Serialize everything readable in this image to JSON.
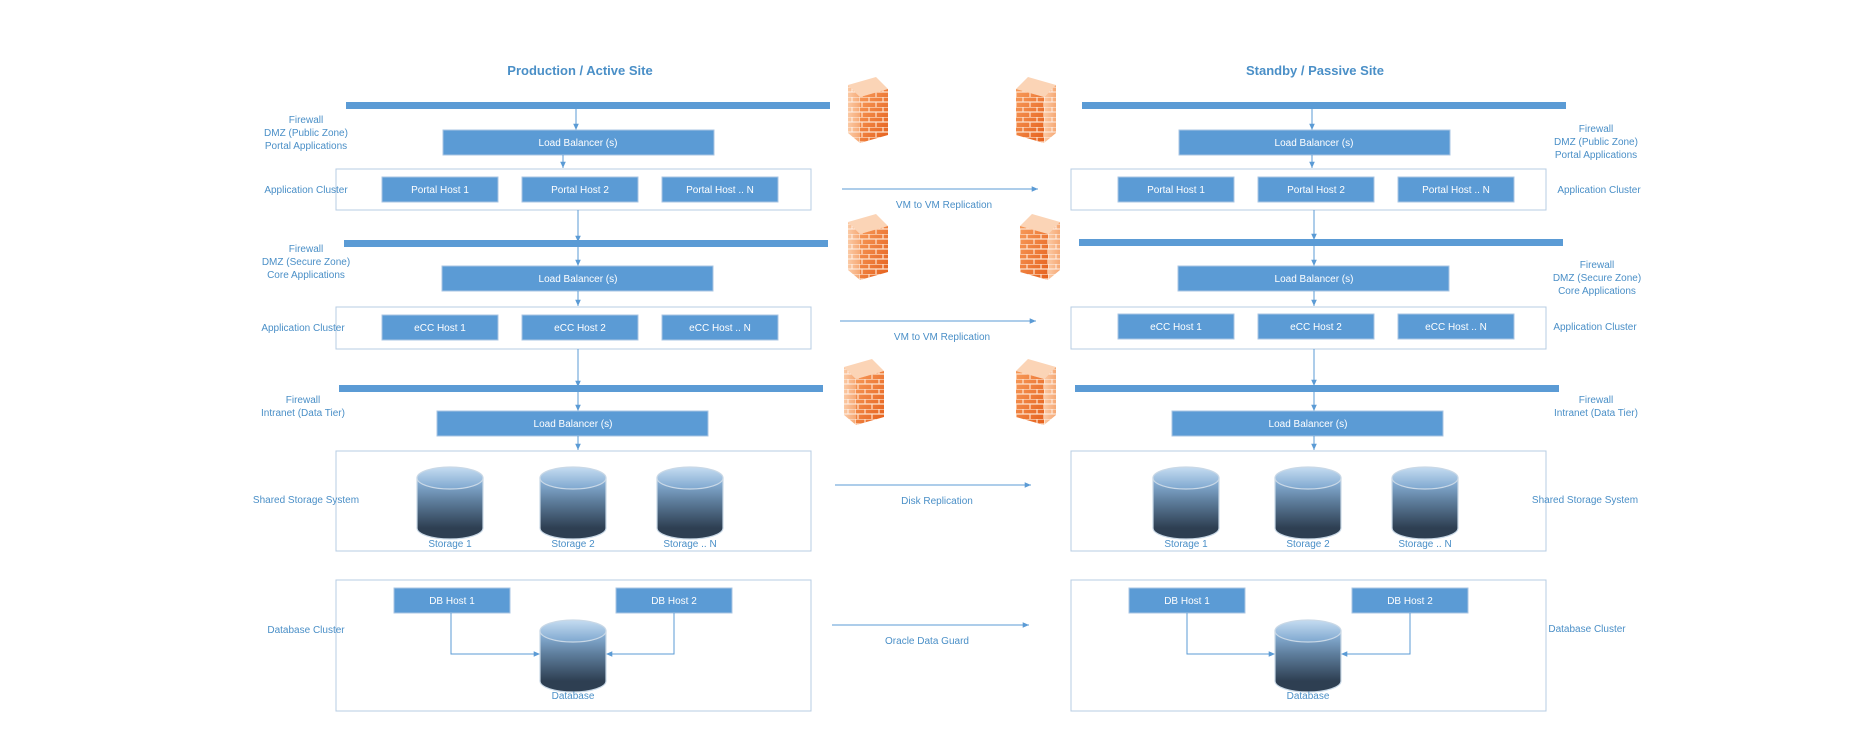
{
  "sites": {
    "active_title": "Production / Active Site",
    "passive_title": "Standby / Passive Site"
  },
  "tiers": {
    "dmz_public": {
      "line1": "Firewall",
      "line2": "DMZ (Public Zone)",
      "line3": "Portal Applications"
    },
    "dmz_secure": {
      "line1": "Firewall",
      "line2": "DMZ (Secure Zone)",
      "line3": "Core Applications"
    },
    "intranet": {
      "line1": "Firewall",
      "line2": "Intranet (Data Tier)"
    },
    "app_cluster": "Application Cluster",
    "shared_storage": "Shared Storage System",
    "database_cluster": "Database Cluster"
  },
  "components": {
    "load_balancer": "Load Balancer (s)",
    "portal_hosts": [
      "Portal Host 1",
      "Portal Host 2",
      "Portal Host .. N"
    ],
    "ecc_hosts": [
      "eCC Host 1",
      "eCC Host 2",
      "eCC Host .. N"
    ],
    "storage": [
      "Storage 1",
      "Storage 2",
      "Storage .. N"
    ],
    "db_hosts": [
      "DB Host 1",
      "DB Host 2"
    ],
    "database": "Database"
  },
  "replication": {
    "vm1": "VM to VM Replication",
    "vm2": "VM to VM Replication",
    "disk": "Disk Replication",
    "dataguard": "Oracle Data Guard"
  },
  "colors": {
    "accent": "#5b9bd5",
    "text": "#4a8fc7",
    "frame": "#b7cce3",
    "firewall": "#f07a2f"
  }
}
